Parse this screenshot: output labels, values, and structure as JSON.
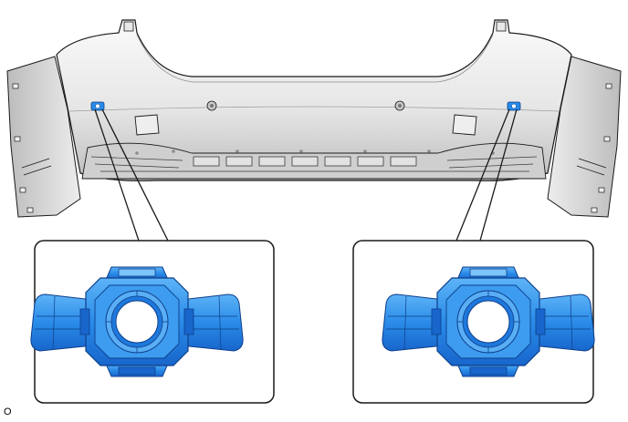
{
  "figure": {
    "label": "O",
    "subject": "rear-bumper-assembly",
    "callouts": [
      {
        "id": "left",
        "part": "ultrasonic-sensor-retainer"
      },
      {
        "id": "right",
        "part": "ultrasonic-sensor-retainer"
      }
    ]
  },
  "colors": {
    "line": "#1a1a1a",
    "bumper_light": "#f4f4f4",
    "bumper_mid": "#d9d9d9",
    "bumper_dark": "#9a9a9a",
    "highlight_blue": "#2a8be8",
    "highlight_blue_dark": "#1463c8",
    "highlight_blue_light": "#59aef5",
    "panel_fill": "#ffffff"
  }
}
